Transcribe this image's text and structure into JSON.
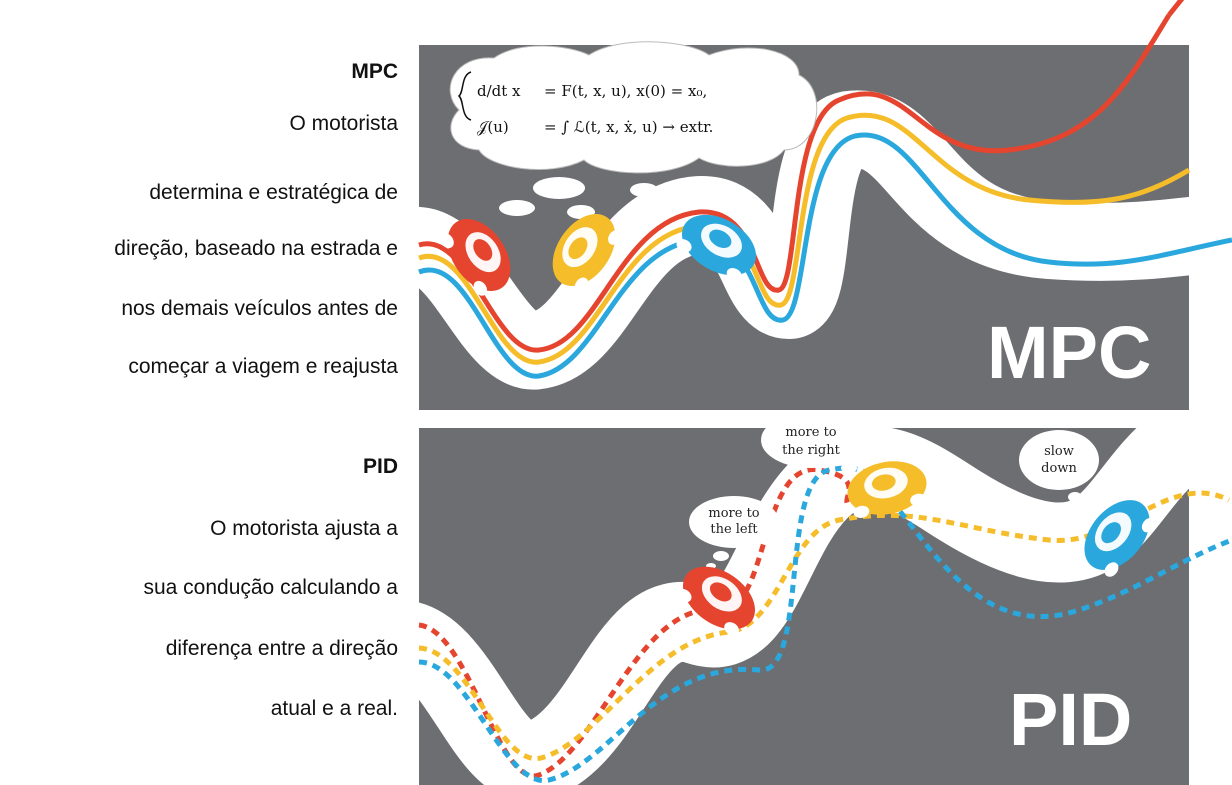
{
  "left_text": {
    "mpc": {
      "heading": "MPC",
      "lines": [
        "O motorista",
        "determina e estratégica de",
        "direção, baseado na estrada e",
        "nos demais veículos antes de",
        "começar a viagem e reajusta"
      ]
    },
    "pid": {
      "heading": "PID",
      "lines": [
        "O motorista ajusta a",
        "sua condução calculando a",
        "diferença entre a direção",
        "atual e a real."
      ]
    }
  },
  "figure": {
    "mpc_panel": {
      "label": "MPC",
      "equation_line1_lhs": "d/dt x",
      "equation_line1_rhs": "= F(t, x, u),  x(0) = x₀,",
      "equation_line2_lhs": "𝒥(u)",
      "equation_line2_rhs": "= ∫ ℒ(t, x, ẋ, u) → extr."
    },
    "pid_panel": {
      "label": "PID",
      "bubble_left_line1": "more to",
      "bubble_left_line2": "the left",
      "bubble_right_line1": "more to",
      "bubble_right_line2": "the right",
      "bubble_slow_line1": "slow",
      "bubble_slow_line2": "down"
    },
    "colors": {
      "panel": "#6d6e71",
      "road": "#ffffff",
      "red": "#e5452f",
      "yellow": "#f6bd2a",
      "blue": "#2aa7dc"
    }
  }
}
